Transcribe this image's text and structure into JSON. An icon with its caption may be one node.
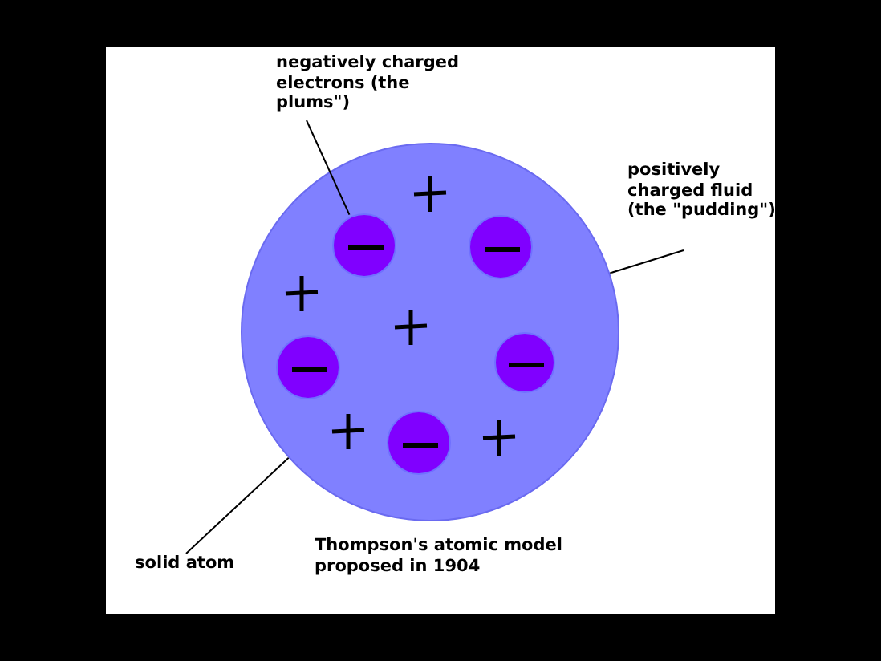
{
  "diagram": {
    "nodes": [
      {
        "text": [
          "negatively charged electrons (the plums\")"
        ]
      },
      {
        "text": [],
        "shape": "circle"
      },
      {
        "text": [],
        "shape": "circle",
        "in": 1
      },
      {
        "text": [],
        "shape": "circle",
        "in": 1
      },
      {
        "text": [],
        "shape": "circle",
        "in": 1
      },
      {
        "text": [],
        "shape": "circle",
        "in": 1
      },
      {
        "text": [],
        "shape": "circle",
        "in": 1
      },
      {
        "text": [
          "positively charged fluid (the \"pudding\")"
        ]
      },
      {
        "text": [
          "solid atom"
        ]
      }
    ],
    "edges": [
      {
        "from": 0,
        "to": 2,
        "arrow": "none"
      },
      {
        "from": 7,
        "to": 1,
        "arrow": "none"
      },
      {
        "from": 8,
        "to": 1,
        "arrow": "none"
      }
    ],
    "labels": [
      "Thompson's atomic model proposed in 1904"
    ]
  }
}
